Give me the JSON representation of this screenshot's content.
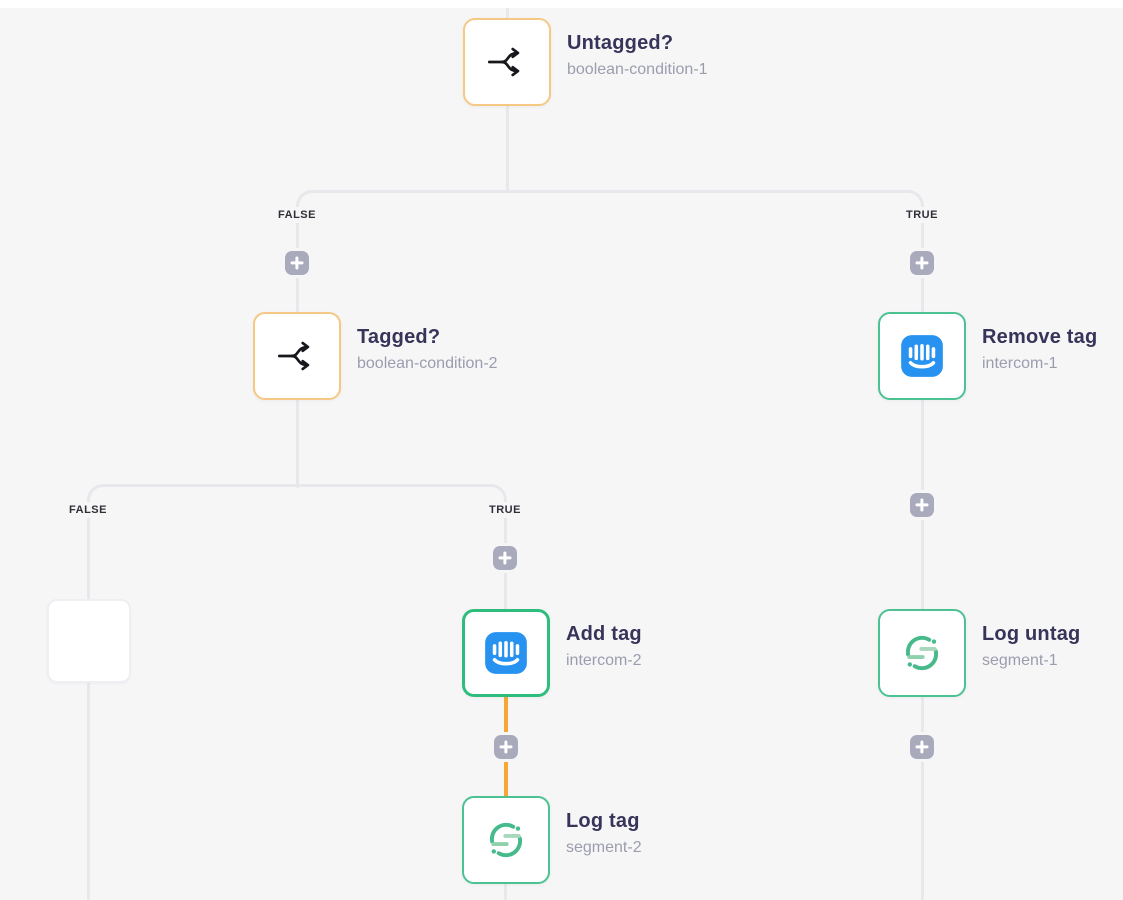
{
  "labels": {
    "false": "FALSE",
    "true": "TRUE"
  },
  "nodes": [
    {
      "title": "Untagged?",
      "subtitle": "boolean-condition-1",
      "type": "boolean-condition",
      "icon": "branch-icon"
    },
    {
      "title": "Tagged?",
      "subtitle": "boolean-condition-2",
      "type": "boolean-condition",
      "icon": "branch-icon"
    },
    {
      "title": "Remove tag",
      "subtitle": "intercom-1",
      "type": "action",
      "icon": "intercom-icon"
    },
    {
      "title": "Add tag",
      "subtitle": "intercom-2",
      "type": "action-selected",
      "icon": "intercom-icon"
    },
    {
      "title": "Log untag",
      "subtitle": "segment-1",
      "type": "action",
      "icon": "segment-icon"
    },
    {
      "title": "Log tag",
      "subtitle": "segment-2",
      "type": "action",
      "icon": "segment-icon"
    },
    {
      "title": "",
      "subtitle": "",
      "type": "empty-placeholder",
      "icon": "none"
    }
  ],
  "icons": {
    "plus": "plus-icon",
    "branch": "branch-icon",
    "intercom": "intercom-icon",
    "segment": "segment-icon"
  },
  "colors": {
    "bg": "#f6f6f7",
    "line": "#e8e8ec",
    "connector_active": "#f7a733",
    "condition_border": "#f5c883",
    "action_border": "#4cc292",
    "selected_border": "#2ebd7d",
    "plus_bg": "#a9aabc",
    "title": "#373459",
    "subtitle": "#9b9dae",
    "label": "#2f2f38",
    "intercom_blue": "#2792f0",
    "segment_green": "#47ba8c",
    "segment_green_light": "#a7d7bc",
    "segment_green_mid": "#8fd0ad"
  }
}
